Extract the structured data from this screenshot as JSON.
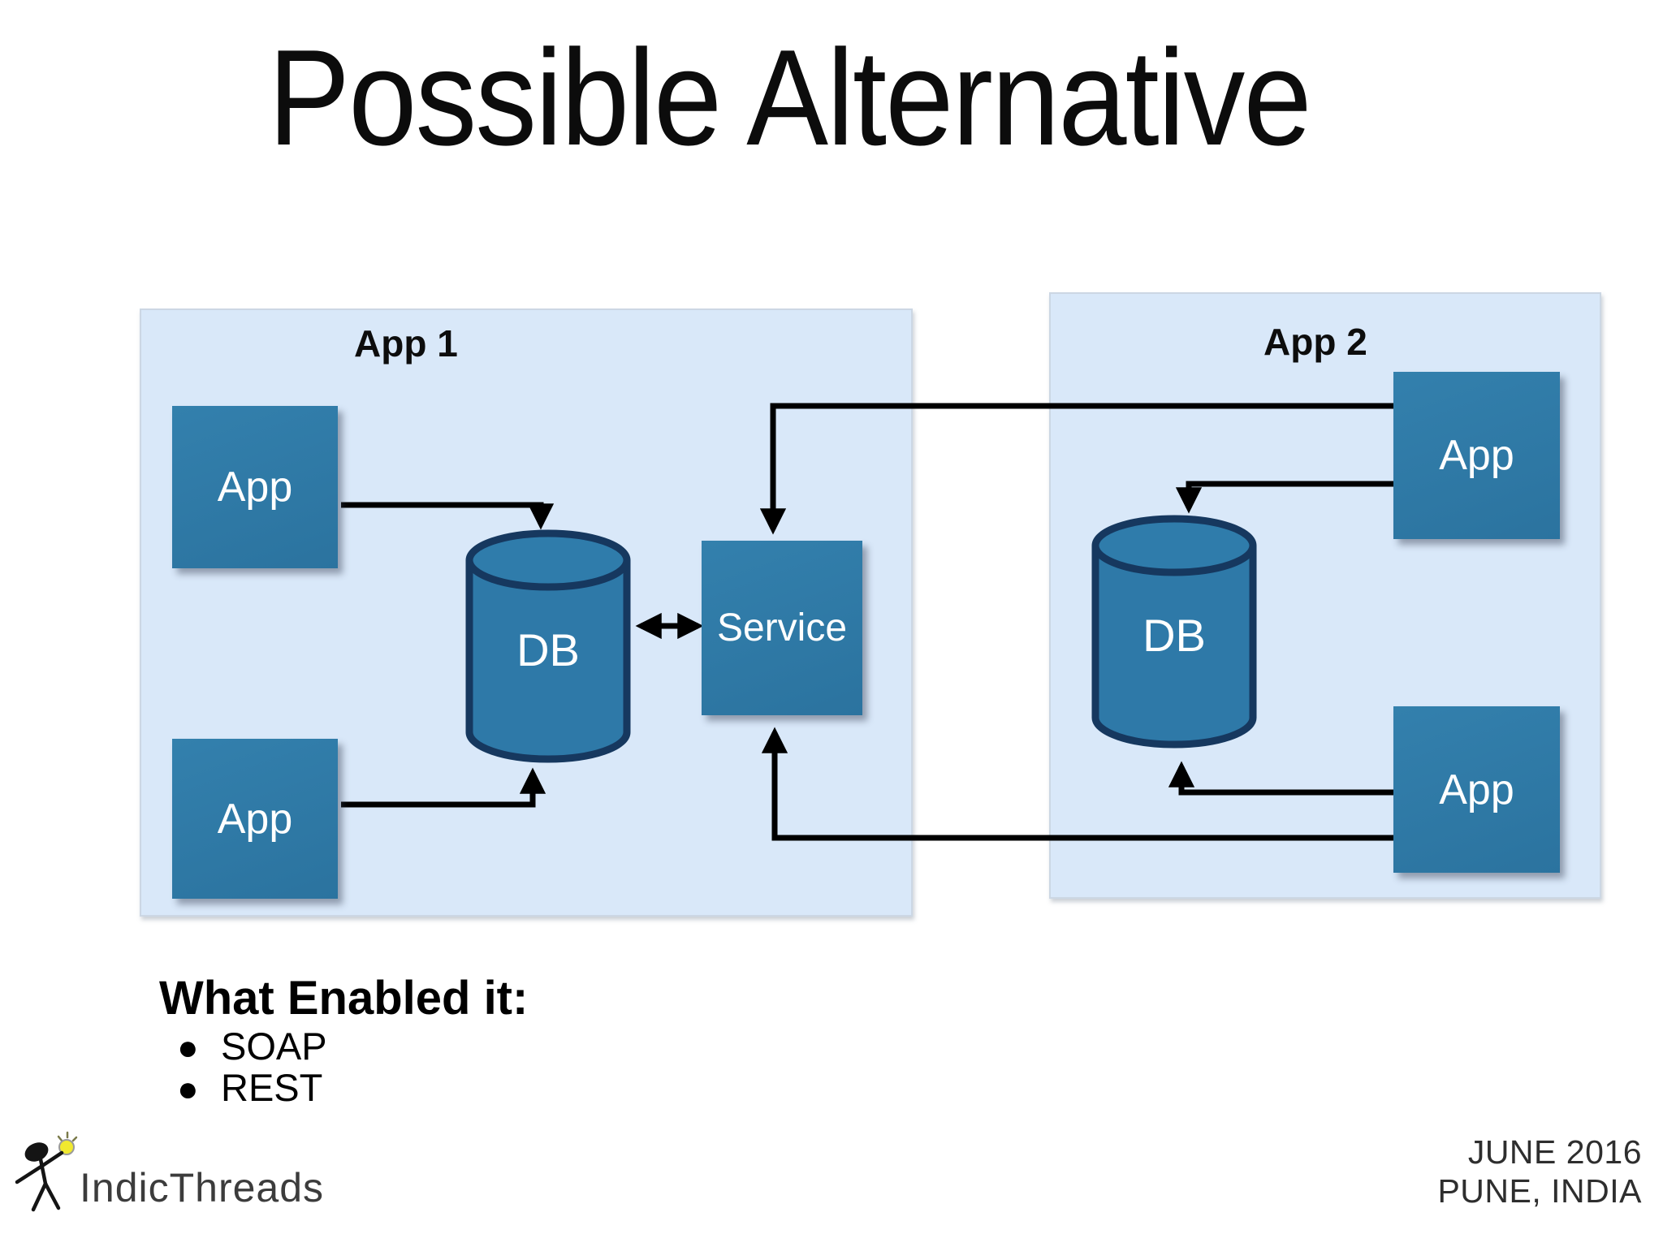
{
  "title": "Possible Alternative",
  "panels": {
    "app1": {
      "label": "App 1"
    },
    "app2": {
      "label": "App 2"
    }
  },
  "nodes": {
    "app1_app_top": "App",
    "app1_app_bottom": "App",
    "app1_db": "DB",
    "service": "Service",
    "app2_app_top": "App",
    "app2_app_bottom": "App",
    "app2_db": "DB"
  },
  "enabled_section": {
    "heading": "What Enabled it:",
    "bullets": [
      "SOAP",
      "REST"
    ]
  },
  "footer": {
    "logo_text": "IndicThreads",
    "event_date": "JUNE 2016",
    "event_location": "PUNE, INDIA"
  },
  "colors": {
    "panel_fill": "#d9e8f9",
    "node_fill": "#2e7aa8",
    "db_outline": "#16385f",
    "arrow": "#000000",
    "title_text": "#0c0c0c",
    "bulb_yellow": "#f0e92f"
  }
}
